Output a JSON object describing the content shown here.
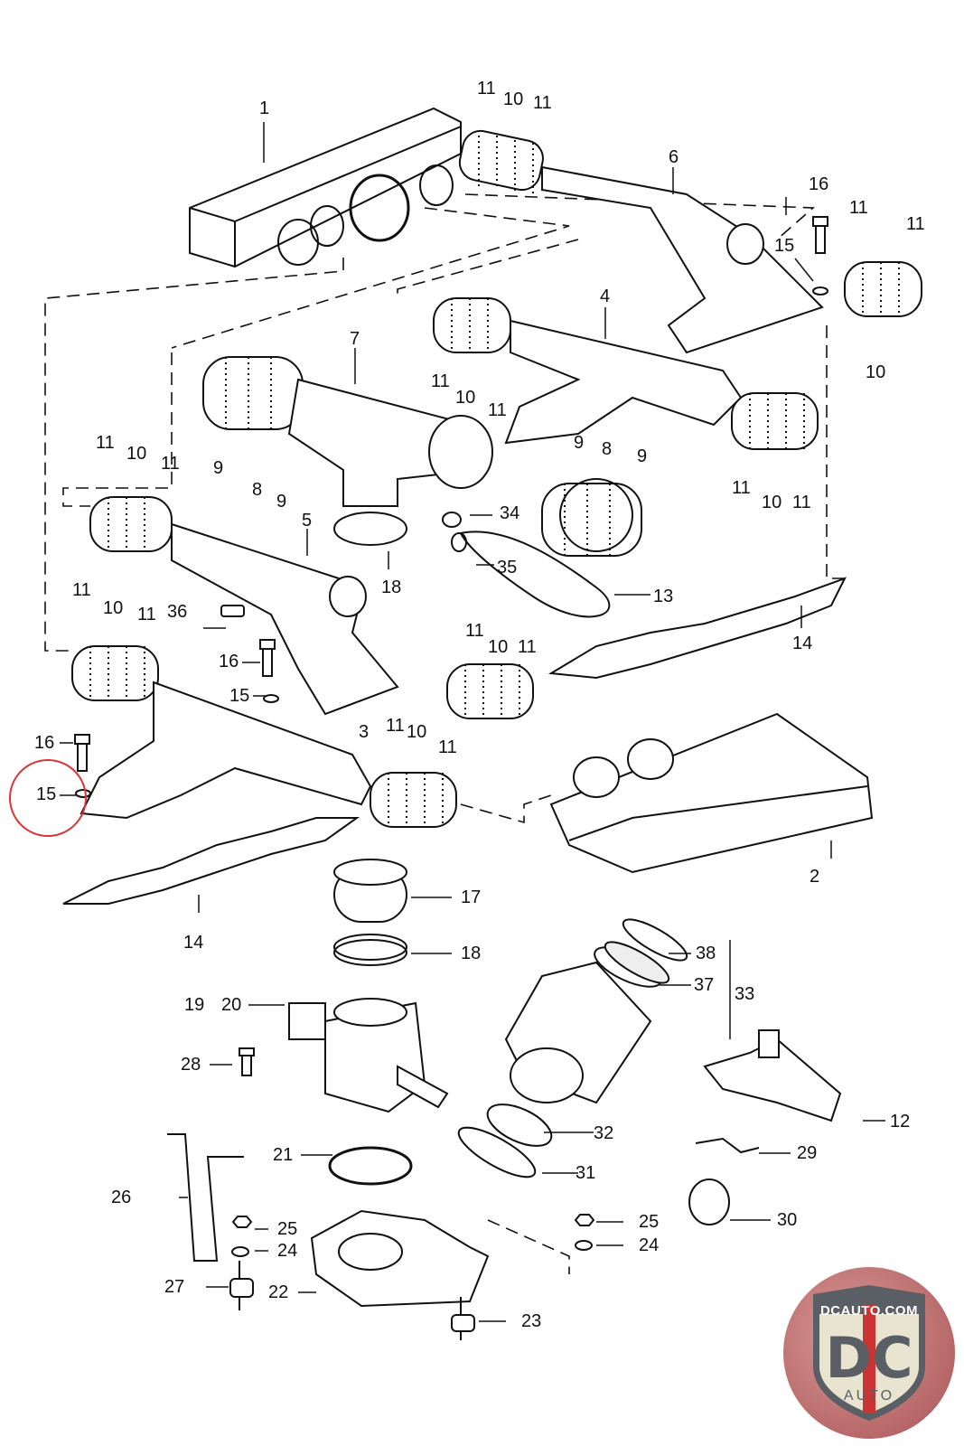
{
  "title": "Porsche intake system exploded parts diagram",
  "highlight": {
    "part": "15",
    "color": "#dd3333"
  },
  "logo": {
    "top_text": "DCAUTO.COM",
    "main_text": "DC",
    "sub_text": "AUTO",
    "colors": {
      "ring": "#b86868",
      "shield": "#e8e4d0",
      "text": "#5a5f66",
      "stripe": "#cc3333"
    }
  },
  "parts": [
    {
      "id": "1",
      "label": "1"
    },
    {
      "id": "2",
      "label": "2"
    },
    {
      "id": "3",
      "label": "3"
    },
    {
      "id": "4",
      "label": "4"
    },
    {
      "id": "5",
      "label": "5"
    },
    {
      "id": "6",
      "label": "6"
    },
    {
      "id": "7",
      "label": "7"
    },
    {
      "id": "8",
      "label": "8"
    },
    {
      "id": "9",
      "label": "9"
    },
    {
      "id": "10",
      "label": "10"
    },
    {
      "id": "11",
      "label": "11"
    },
    {
      "id": "12",
      "label": "12"
    },
    {
      "id": "13",
      "label": "13"
    },
    {
      "id": "14",
      "label": "14"
    },
    {
      "id": "15",
      "label": "15"
    },
    {
      "id": "16",
      "label": "16"
    },
    {
      "id": "17",
      "label": "17"
    },
    {
      "id": "18",
      "label": "18"
    },
    {
      "id": "19",
      "label": "19"
    },
    {
      "id": "20",
      "label": "20"
    },
    {
      "id": "21",
      "label": "21"
    },
    {
      "id": "22",
      "label": "22"
    },
    {
      "id": "23",
      "label": "23"
    },
    {
      "id": "24",
      "label": "24"
    },
    {
      "id": "25",
      "label": "25"
    },
    {
      "id": "26",
      "label": "26"
    },
    {
      "id": "27",
      "label": "27"
    },
    {
      "id": "28",
      "label": "28"
    },
    {
      "id": "29",
      "label": "29"
    },
    {
      "id": "30",
      "label": "30"
    },
    {
      "id": "31",
      "label": "31"
    },
    {
      "id": "32",
      "label": "32"
    },
    {
      "id": "33",
      "label": "33"
    },
    {
      "id": "34",
      "label": "34"
    },
    {
      "id": "35",
      "label": "35"
    },
    {
      "id": "36",
      "label": "36"
    },
    {
      "id": "37",
      "label": "37"
    },
    {
      "id": "38",
      "label": "38"
    }
  ]
}
